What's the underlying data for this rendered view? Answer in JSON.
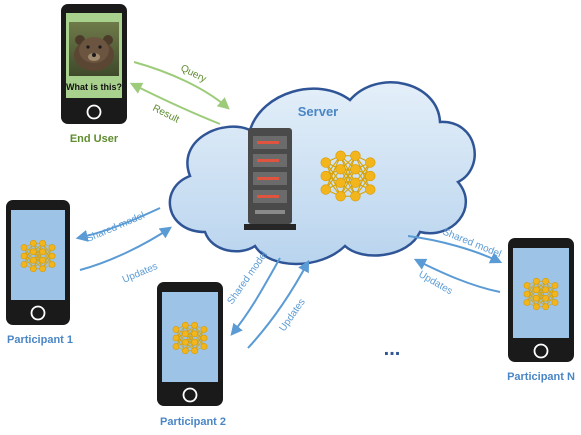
{
  "server": {
    "label": "Server"
  },
  "end_user": {
    "label": "End User",
    "screen_text": "What is this?"
  },
  "flows": {
    "query": "Query",
    "result": "Result",
    "shared_model": "Shared model",
    "updates": "Updates"
  },
  "participants": [
    {
      "label": "Participant 1"
    },
    {
      "label": "Participant 2"
    },
    {
      "label": "Participant N"
    }
  ],
  "ellipsis": "...",
  "colors": {
    "end_user_text": "#5e8c2e",
    "participant_text": "#4a86c5",
    "query_arrow": "#9ccc7a",
    "participant_arrow": "#5b9bd5",
    "cloud_fill": "#cde1f3",
    "cloud_stroke": "#2f5597",
    "phone_body": "#1a1a1a",
    "phone_screen_blue": "#9dc3e6",
    "phone_screen_green": "#a9d18e",
    "nn_node": "#f2b51c",
    "server_body": "#4a4a4a",
    "server_led": "#e0533f"
  }
}
